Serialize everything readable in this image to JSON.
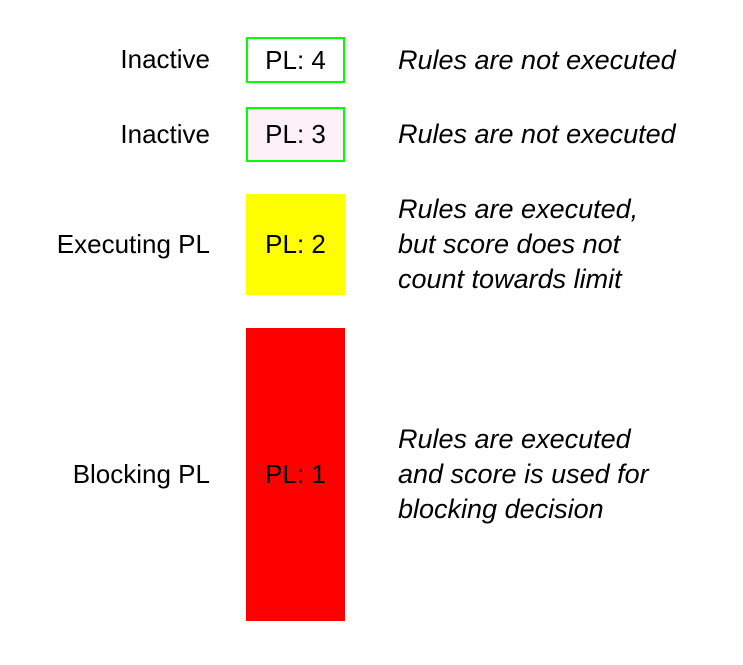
{
  "colors": {
    "background": "#ffffff",
    "text": "#000000",
    "inactive_border": "#00ff00",
    "pl4_fill": "#ffffff",
    "pl3_fill": "#fdf0f7",
    "pl2_fill": "#ffff00",
    "pl1_fill": "#ff0000"
  },
  "rows": [
    {
      "label": "Inactive",
      "box": {
        "text": "PL: 4",
        "fill": "#ffffff",
        "border_color": "#00ff00"
      },
      "desc": [
        "Rules are not executed"
      ]
    },
    {
      "label": "Inactive",
      "box": {
        "text": "PL: 3",
        "fill": "#fdf0f7",
        "border_color": "#00ff00"
      },
      "desc": [
        "Rules are not executed"
      ]
    },
    {
      "label": "Executing PL",
      "box": {
        "text": "PL: 2",
        "fill": "#ffff00"
      },
      "desc": [
        "Rules are executed,",
        "but score does not",
        "count towards limit"
      ]
    },
    {
      "label": "Blocking PL",
      "box": {
        "text": "PL: 1",
        "fill": "#ff0000"
      },
      "desc": [
        "Rules are executed",
        "and score is used for",
        "blocking decision"
      ]
    }
  ]
}
